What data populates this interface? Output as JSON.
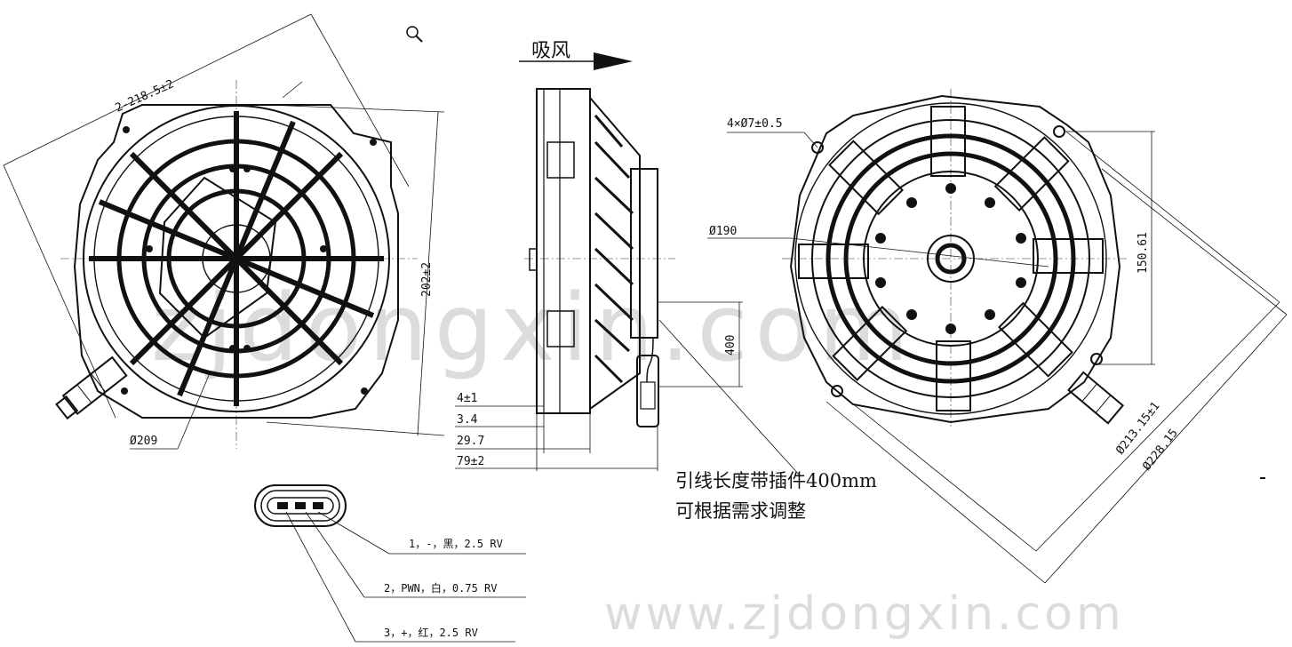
{
  "airflow": {
    "label": "吸风"
  },
  "left_view": {
    "diagonal_dim": "2-218.5±2",
    "height_dim": "202±2",
    "diameter_dim": "Ø209"
  },
  "side_view": {
    "dims": [
      "4±1",
      "3.4",
      "29.7",
      "79±2"
    ],
    "lead_dim": "400"
  },
  "right_view": {
    "holes_dim": "4×Ø7±0.5",
    "hub_dim": "Ø190",
    "height_dim": "150.61",
    "pcd_dim_1": "Ø213.15±1",
    "pcd_dim_2": "Ø228.15"
  },
  "note": {
    "line1": "引线长度带插件400mm",
    "line2": "可根据需求调整"
  },
  "connector": {
    "pins": [
      {
        "text": "1，-，黑，2.5  RV"
      },
      {
        "text": "2，PWN，白，0.75  RV"
      },
      {
        "text": "3，+，红，2.5  RV"
      }
    ]
  },
  "watermarks": {
    "center": "zjdongxin.com",
    "bottom": "www.zjdongxin.com"
  },
  "icons": {
    "zoom": "magnifier-icon"
  },
  "colors": {
    "line": "#111111",
    "watermark": "#dcdcdc",
    "background": "#ffffff"
  }
}
